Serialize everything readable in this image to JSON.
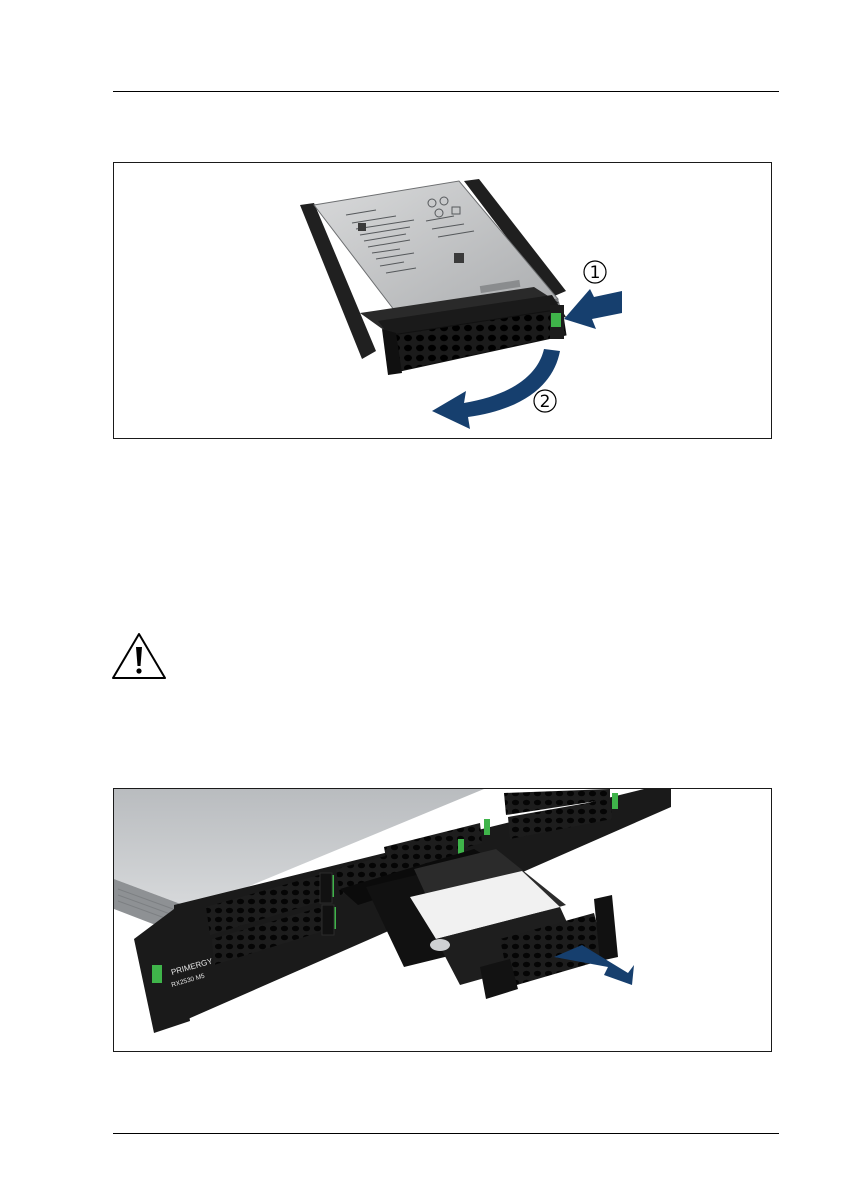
{
  "page": {
    "header_rule": true,
    "footer_rule": true
  },
  "figure_1": {
    "subject": "hard disk drive in carrier, release latch",
    "callout_1": "1",
    "callout_2": "2",
    "arrow_color": "#163f6e",
    "accent_green": "#3fb44a"
  },
  "caution": {
    "icon": "warning-triangle-icon"
  },
  "figure_2": {
    "subject": "server front, hard disk drive slot insertion",
    "bezel_label_line1": "PRIMERGY",
    "bezel_label_line2": "RX2530 M5",
    "arrow_color": "#163f6e",
    "accent_green": "#3fb44a"
  }
}
